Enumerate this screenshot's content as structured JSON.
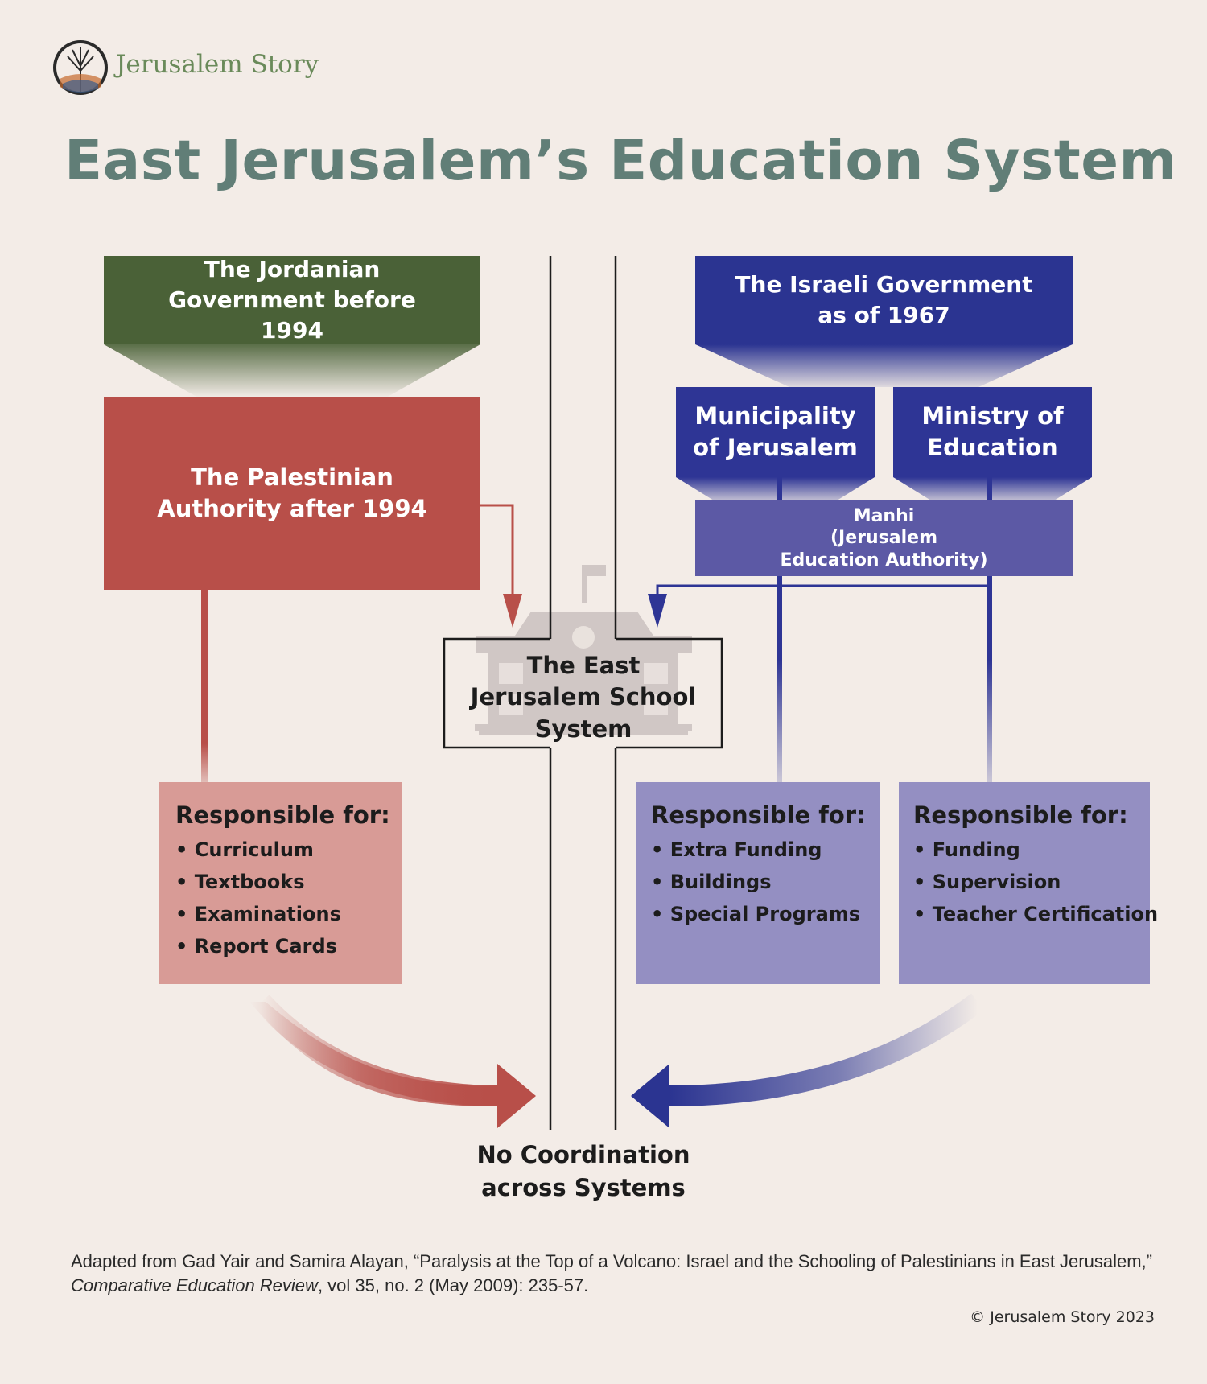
{
  "brand": {
    "name": "Jerusalem Story"
  },
  "title": "East Jerusalem’s Education System",
  "left": {
    "jordan": "The Jordanian Government before 1994",
    "pa": "The Palestinian Authority after 1994",
    "responsibility": {
      "heading": "Responsible for:",
      "items": [
        "Curriculum",
        "Textbooks",
        "Examinations",
        "Report Cards"
      ]
    }
  },
  "right": {
    "israel": "The Israeli Government as of 1967",
    "municipality": "Municipality of Jerusalem",
    "ministry": "Ministry of Education",
    "manhi": {
      "name": "Manhi",
      "line1": "(Jerusalem",
      "line2": "Education Authority)"
    },
    "municipality_responsibility": {
      "heading": "Responsible for:",
      "items": [
        "Extra Funding",
        "Buildings",
        "Special Programs"
      ]
    },
    "ministry_responsibility": {
      "heading": "Responsible for:",
      "items": [
        "Funding",
        "Supervision",
        "Teacher Certification"
      ]
    }
  },
  "center": {
    "school": "The East Jerusalem School System",
    "no_coordination": "No Coordination across Systems"
  },
  "citation": {
    "part1": "Adapted from Gad Yair and Samira Alayan, “Paralysis at the Top of a Volcano: Israel and the Schooling of Palestinians in East Jerusalem,” ",
    "journal": "Comparative Education Review",
    "part2": ", vol 35, no. 2 (May 2009): 235-57."
  },
  "copyright": "© Jerusalem Story 2023",
  "colors": {
    "background": "#f3ece7",
    "title": "#617e77",
    "jordan_green": "#4a6137",
    "pa_red": "#b84f49",
    "pa_card": "#d89b96",
    "israel_blue": "#2b3491",
    "manhi_purple": "#5c59a5",
    "israel_card": "#948fc2"
  },
  "icons": [
    "tree-logo-icon",
    "school-building-icon"
  ]
}
